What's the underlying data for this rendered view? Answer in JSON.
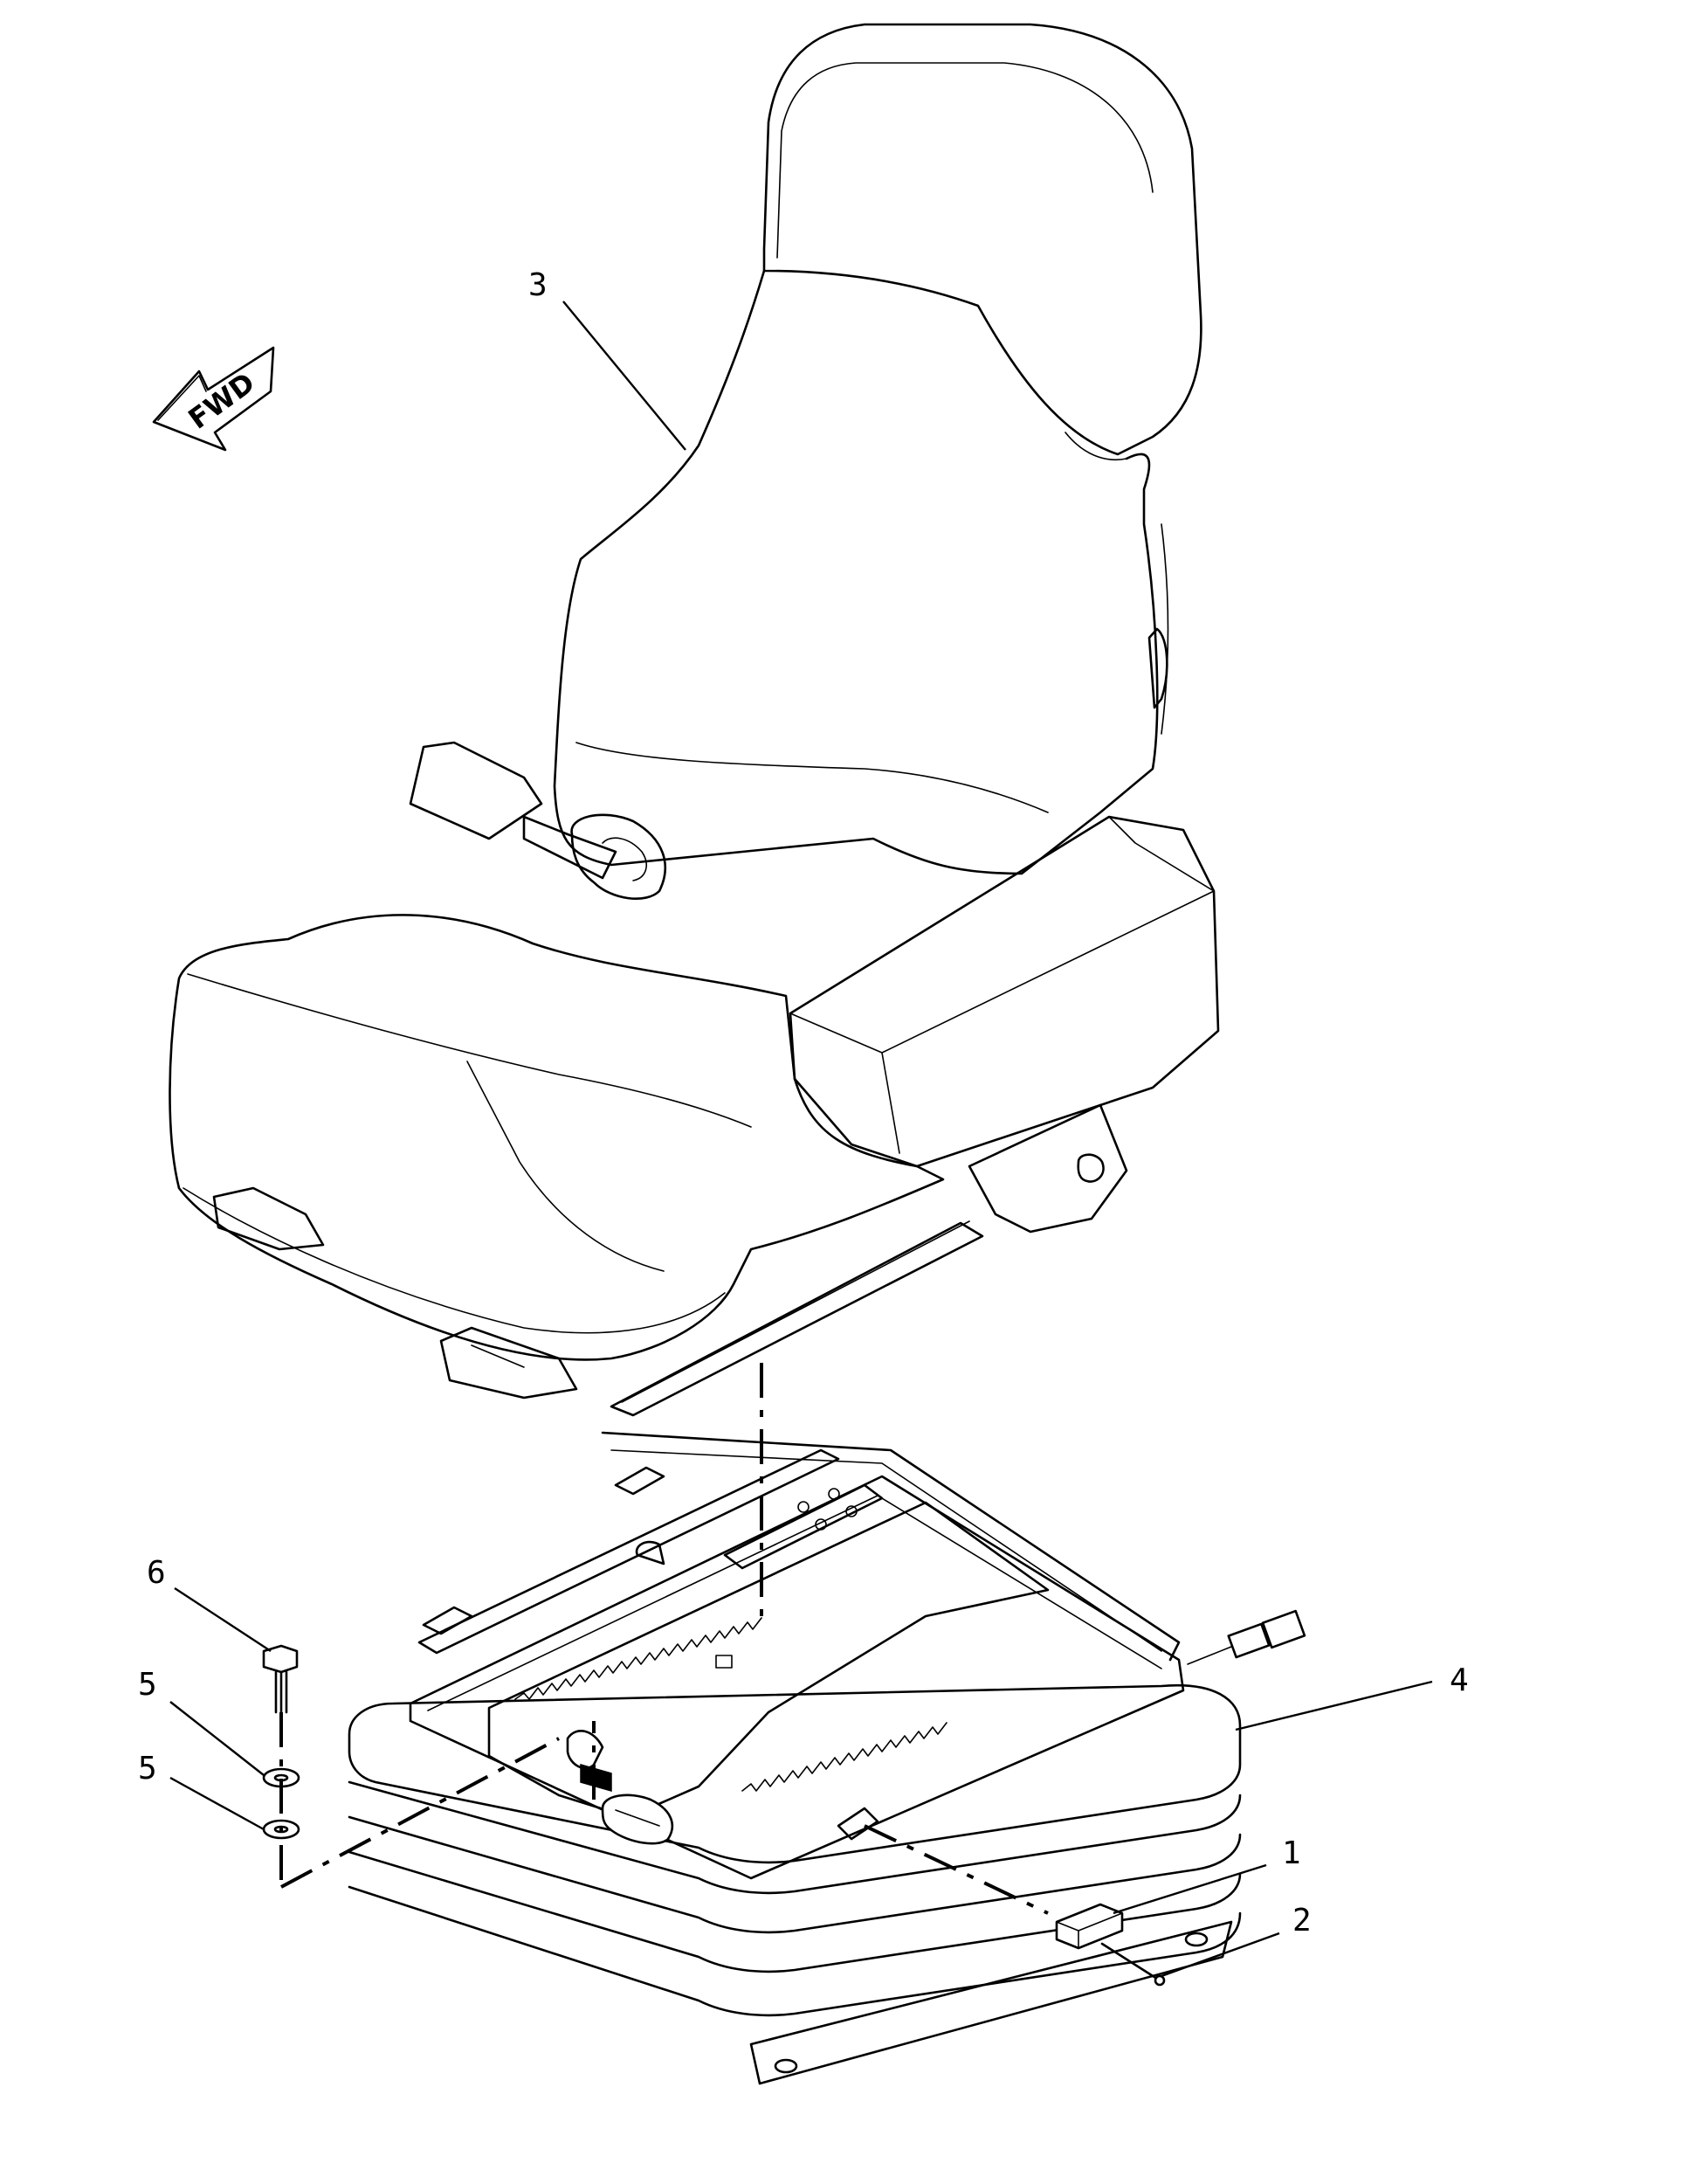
{
  "direction_label": "FWD",
  "callouts": {
    "seat_assembly": "3",
    "suspension_base": "4",
    "bolt": "6",
    "washer_upper": "5",
    "washer_lower": "5",
    "cap": "1",
    "pin": "2"
  }
}
